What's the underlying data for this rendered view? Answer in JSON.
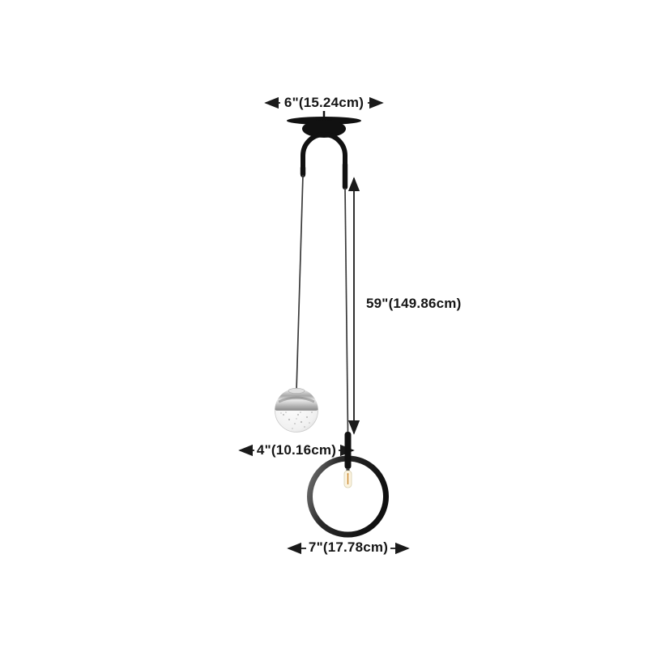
{
  "diagram": {
    "labels": {
      "canopy_width": "6\"(15.24cm)",
      "drop_length": "59\"(149.86cm)",
      "globe_diameter": "4\"(10.16cm)",
      "ring_diameter": "7\"(17.78cm)"
    },
    "colors": {
      "fixture_black": "#111111",
      "cord_gray": "#3a3a3a",
      "arrow_ink": "#1a1a1a",
      "chrome": "#c9c9c9",
      "filament_amber": "#c8862a",
      "background": "#ffffff"
    }
  }
}
